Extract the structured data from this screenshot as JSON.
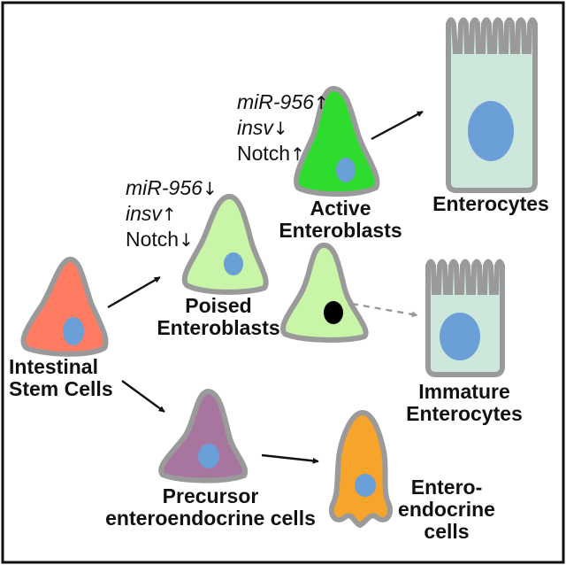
{
  "colors": {
    "stem_cell": "#ff7b61",
    "poised_eb": "#c8f5a8",
    "active_eb": "#2edc2e",
    "enterocyte": "#cde8da",
    "precursor_ee": "#a8759f",
    "enteroendocrine": "#f7a42c",
    "nucleus": "#6a9fd8",
    "membrane": "#9a9a9a",
    "frame": "#111111"
  },
  "labels": {
    "stem_cells": [
      "Intestinal",
      "Stem Cells"
    ],
    "poised_eb": [
      "Poised",
      "Enteroblasts"
    ],
    "active_eb": [
      "Active",
      "Enteroblasts"
    ],
    "enterocytes": "Enterocytes",
    "immature": [
      "Immature",
      "Enterocytes"
    ],
    "precursor_ee": [
      "Precursor",
      "enteroendocrine cells"
    ],
    "enteroendocrine": [
      "Entero-",
      "endocrine",
      "cells"
    ]
  },
  "regulators": {
    "poised": [
      {
        "name": "miR-956",
        "italic": true,
        "arrow": "↓"
      },
      {
        "name": "insv",
        "italic": true,
        "arrow": "↑"
      },
      {
        "name": "Notch",
        "italic": false,
        "arrow": "↓"
      }
    ],
    "active": [
      {
        "name": "miR-956",
        "italic": true,
        "arrow": "↑"
      },
      {
        "name": "insv",
        "italic": true,
        "arrow": "↓"
      },
      {
        "name": "Notch",
        "italic": false,
        "arrow": "↑"
      }
    ]
  }
}
